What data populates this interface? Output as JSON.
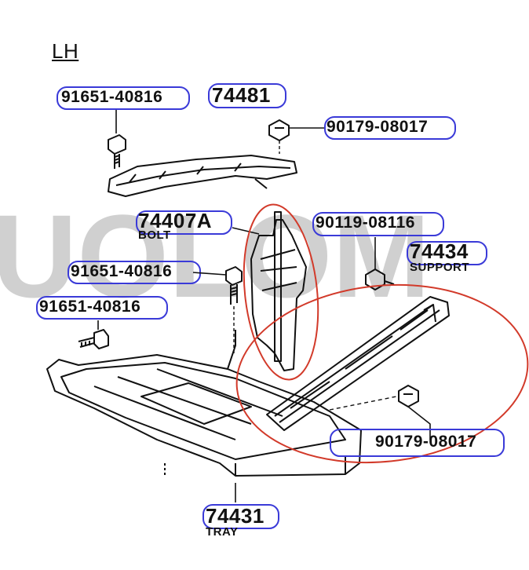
{
  "side_label": "LH",
  "watermark_text": "UOLOM",
  "parts": [
    {
      "number": "91651-40816"
    },
    {
      "number": "74481"
    },
    {
      "number": "90179-08017"
    },
    {
      "number": "74407A",
      "name": "BOLT"
    },
    {
      "number": "90119-08116"
    },
    {
      "number": "74434",
      "name": "SUPPORT"
    },
    {
      "number": "91651-40816"
    },
    {
      "number": "91651-40816"
    },
    {
      "number": "90179-08017"
    },
    {
      "number": "74431",
      "name": "TRAY"
    }
  ],
  "colors": {
    "pill_outline": "#3a3ad8",
    "highlight_ellipse": "#d23a2a",
    "watermark": "#c8c8c8"
  }
}
